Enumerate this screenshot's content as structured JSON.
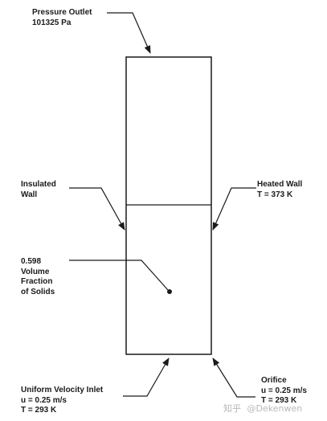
{
  "labels": {
    "outlet": [
      "Pressure Outlet",
      "101325 Pa"
    ],
    "insulated": [
      "Insulated",
      "Wall"
    ],
    "heated": [
      "Heated Wall",
      "T = 373 K"
    ],
    "solids": [
      "0.598",
      "Volume",
      "Fraction",
      "of Solids"
    ],
    "inlet": [
      "Uniform Velocity Inlet",
      "u = 0.25 m/s",
      "T = 293 K"
    ],
    "orifice": [
      "Orifice",
      "u = 0.25 m/s",
      "T = 293 K"
    ]
  },
  "watermark": {
    "site": "知乎",
    "handle": "@Dekenwen"
  },
  "colors": {
    "line": "#1a1a1a",
    "text": "#1a1a1a",
    "watermark": "#b8b8b8"
  }
}
